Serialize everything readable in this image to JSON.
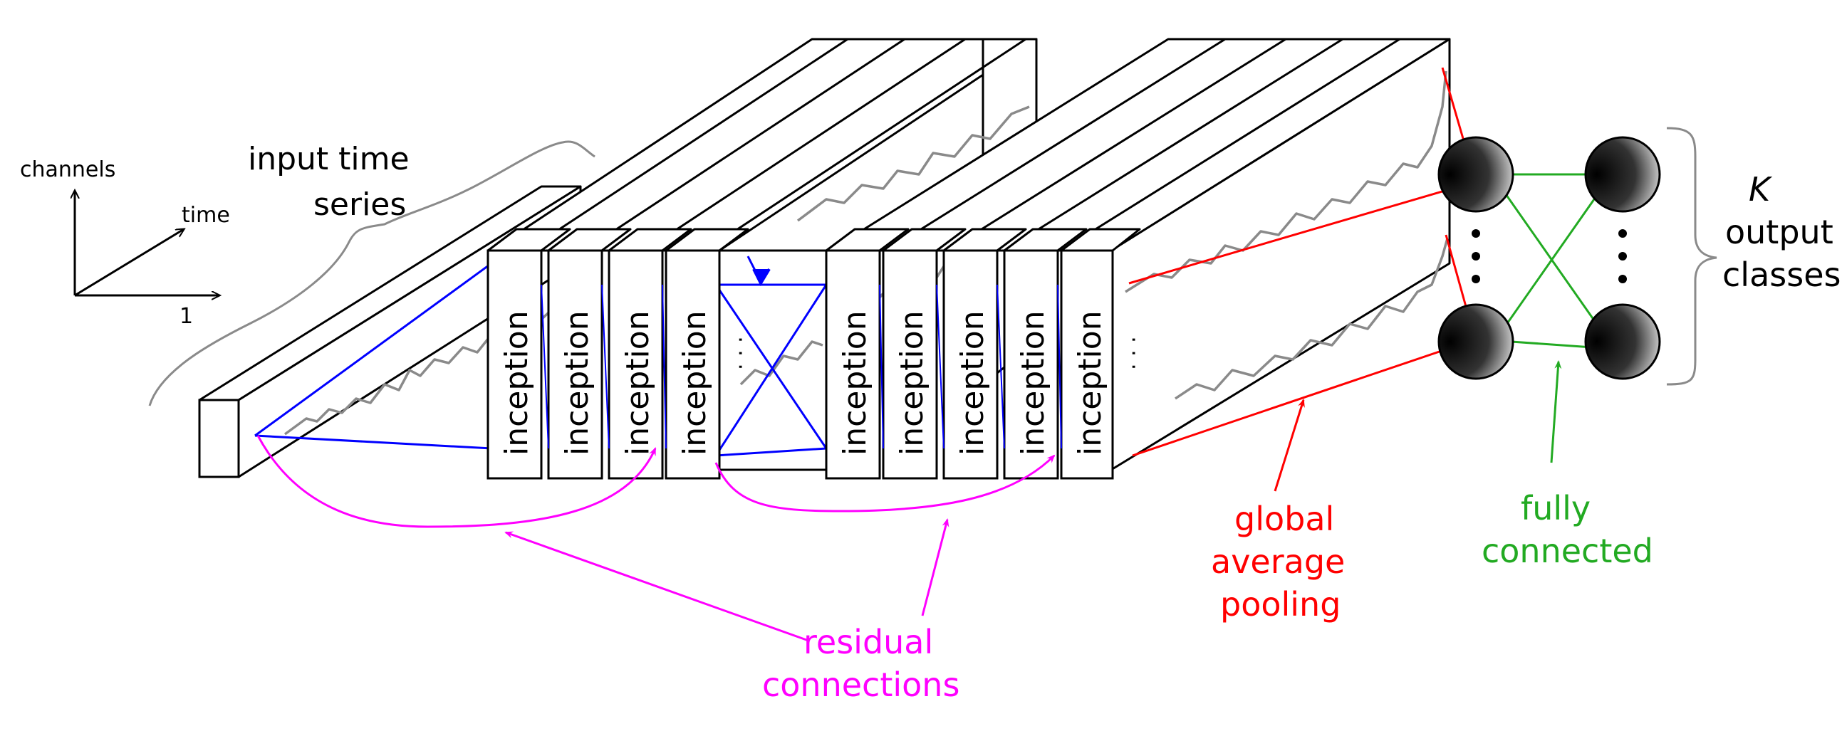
{
  "labels": {
    "input": [
      "input time",
      "series"
    ],
    "axes": {
      "channels": "channels",
      "time": "time",
      "one": "1"
    },
    "block": "inception",
    "k_symbol": "K",
    "output": [
      "output",
      "classes"
    ],
    "gap": [
      "global",
      "average",
      "pooling"
    ],
    "fc": [
      "fully",
      "connected"
    ],
    "residual": [
      "residual",
      "connections"
    ],
    "ellipsis": "· · ·"
  },
  "colors": {
    "residual": "#ff00ff",
    "gap": "#ff0000",
    "fc": "#22aa22",
    "convolution": "#0000ff",
    "wave": "#8a8a8a",
    "text": "#000000"
  },
  "structure": {
    "inception_blocks_group_1": 4,
    "inception_blocks_group_2": 5,
    "output_neurons_per_layer": 2,
    "layers_after_pooling": 2
  }
}
